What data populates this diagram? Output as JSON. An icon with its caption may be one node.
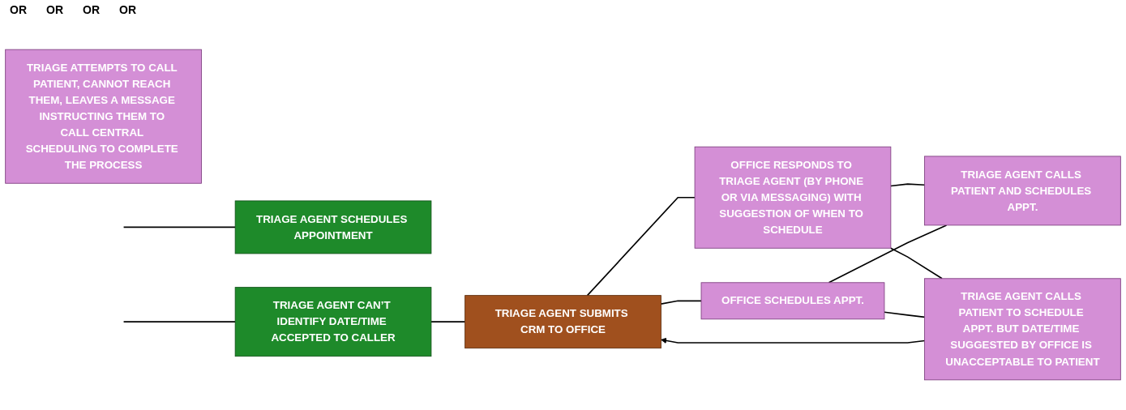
{
  "diagram": {
    "nodes": [
      {
        "text": [
          "TRIAGE AGENT SCHEDULES APPOINTMENT"
        ]
      },
      {
        "text": [
          "TRIAGE AGENT CAN’T IDENTIFY DATE/TIME ACCEPTED TO CALLER"
        ]
      },
      {
        "text": [
          "TRIAGE AGENT SUBMITS CRM TO OFFICE"
        ]
      },
      {
        "text": [
          "OFFICE RESPONDS TO TRIAGE AGENT (BY PHONE OR VIA MESSAGING) WITH SUGGESTION OF WHEN TO SCHEDULE"
        ]
      },
      {
        "text": [
          "OFFICE SCHEDULES APPT."
        ]
      },
      {
        "text": [
          "TRIAGE AGENT CALLS PATIENT AND SCHEDULES APPT."
        ]
      },
      {
        "text": [
          "TRIAGE ATTEMPTS TO CALL PATIENT, CANNOT REACH THEM, LEAVES A MESSAGE INSTRUCTING THEM TO CALL CENTRAL SCHEDULING TO COMPLETE THE PROCESS"
        ]
      },
      {
        "text": [
          "TRIAGE AGENT CALLS PATIENT TO SCHEDULE APPT. BUT DATE/TIME SUGGESTED BY OFFICE IS UNACCEPTABLE TO PATIENT"
        ]
      }
    ],
    "edges": [
      {
        "from": null,
        "to": 0,
        "arrow": "none"
      },
      {
        "from": null,
        "to": 1,
        "arrow": "none"
      },
      {
        "from": 1,
        "to": 2,
        "arrow": "none"
      },
      {
        "from": 2,
        "to": 3,
        "arrow": "none"
      },
      {
        "from": 2,
        "to": 4,
        "arrow": "none"
      },
      {
        "from": 3,
        "to": 5,
        "arrow": "none"
      },
      {
        "from": 3,
        "to": 7,
        "arrow": "none"
      },
      {
        "from": 4,
        "to": 5,
        "arrow": "none"
      },
      {
        "from": 4,
        "to": 7,
        "arrow": "none"
      },
      {
        "from": 7,
        "to": 2,
        "arrow": "to"
      }
    ],
    "labels": [
      "OR",
      "OR",
      "OR",
      "OR"
    ]
  }
}
